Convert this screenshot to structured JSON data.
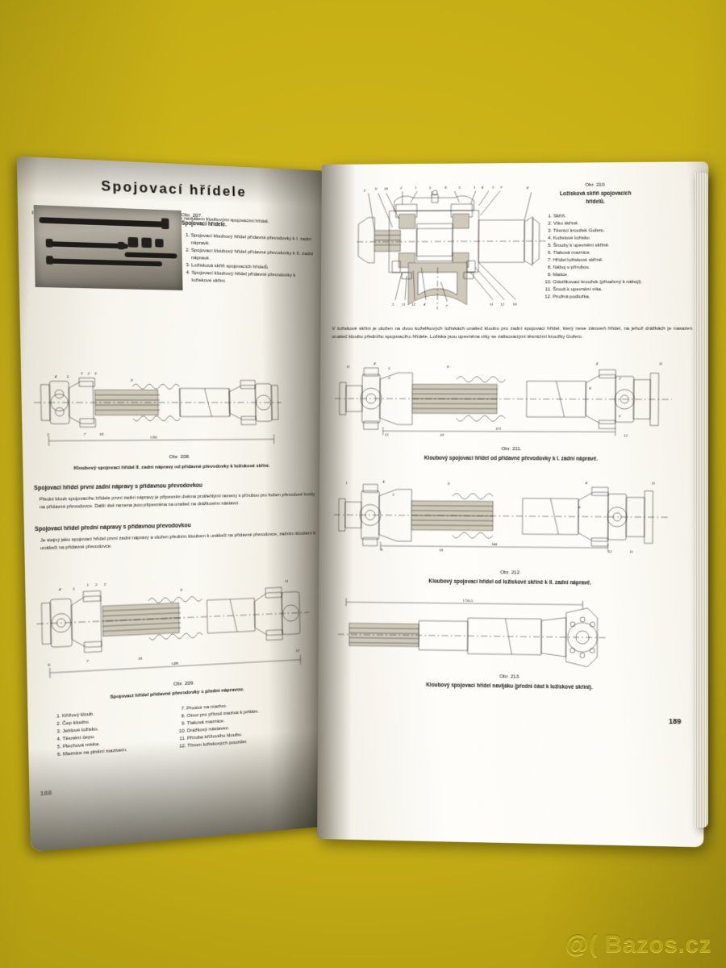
{
  "photo_alt": "black-and-white photograph of four propeller shafts",
  "watermark": "@( Bazos.cz",
  "left_page": {
    "title": "Spojovací hřídele",
    "intro": "Přídavná převodovka je spojena se všemi třemi hnacími nápravami a s navijákem kloubovými spojovacími hřídeli.",
    "photo_caption_num": "Obr. 207.",
    "photo_caption_text": "Spojovací hřídele.",
    "photo_legend": [
      "Spojovací kloubový hřídel přídavné převodovky k I. zadní nápravě.",
      "Spojovací kloubový hřídel přídavné převodovky k II. zadní nápravě.",
      "Ložisková skříň spojovacích hřídelů.",
      "Spojovací kloubový hřídel přídavné převodovky k ložiskové skříni."
    ],
    "fig208_num": "Obr. 208.",
    "fig208_caption": "Kloubový spojovací hřídel II. zadní nápravy od přídavné převodovky k ložiskové skříni.",
    "section1_heading": "Spojovací hřídel první zadní nápravy s přídavnou převodovkou",
    "section1_text": "Přední kloub spojovacího hřídele první zadní nápravy je připevněn dvěma protilehlými rameny s přírubou pro buben převodové brzdy na přídavné převodovce. Další dvě ramena jsou připevněna na unašeč na drážkovém nástavci.",
    "section2_heading": "Spojovací hřídel přední nápravy s přídavnou převodovkou",
    "section2_text": "Je stejný jako spojovací hřídel první zadní nápravy a uložen předním kloubem k unášeči na přídavné převodovce, zadním kloubem k unášeči na přídavné převodovce.",
    "fig209_num": "Obr. 209.",
    "fig209_caption": "Spojovací hřídel přídavné převodovky s přední nápravou.",
    "fig209_legend_left": [
      "Křížový kloub.",
      "Čep kloubu.",
      "Jehlové ložisko.",
      "Těsnění čepu.",
      "Plechová miska.",
      "Maznice na plnění mazivem."
    ],
    "fig209_legend_right": [
      "Prostor na mazivo.",
      "Otvor pro přívod maziva k jehlám.",
      "Tlaková maznice.",
      "Drážkový nástavec.",
      "Příruba křížového kloubu.",
      "Třmen ložiskových pouzder."
    ],
    "dim_208": "1283",
    "dim_209": "1498",
    "page_number": "188"
  },
  "right_page": {
    "fig210_num": "Obr. 210.",
    "fig210_caption_l1": "Ložisková skříň spojovacích",
    "fig210_caption_l2": "hřídelů.",
    "fig210_legend": [
      "Skříň.",
      "Víko skříně.",
      "Těsnicí kroužek Gufero.",
      "Kuželové ložisko.",
      "Šrouby k upevnění skříně.",
      "Tlaková maznice.",
      "Hřídel ložiskové skříně.",
      "Náboj s přírubou.",
      "Matice.",
      "Odstřikovací kroužek (přivařený k náboji).",
      "Šroub k upevnění víka.",
      "Pružná podložka."
    ],
    "body_text": "V ložiskové skříni je uložen na dvou kuželíkových ložiskách unašeč kloubu pro zadní spojovací hřídel, který nese zároveň hřídel, na jehož drážkách je nasazen unašeč kloubu předního spojovacího hřídele. Ložiska jsou upevněna víky se zalisovanými těsnicími kroužky Gufero.",
    "fig211_num": "Obr. 211.",
    "fig211_caption": "Kloubový spojovací hřídel od přídavné převodovky k I. zadní nápravě.",
    "fig212_num": "Obr. 212.",
    "fig212_caption": "Kloubový spojovací hřídel od ložiskové skříně k II. zadní nápravě.",
    "fig213_num": "Obr. 213.",
    "fig213_caption": "Kloubový spojovací hřídel navijáku (přední část k ložiskové skříni).",
    "dim_211": "672",
    "dim_212": "644",
    "dim_213": "1730±5",
    "callouts_210": [
      "3",
      "9",
      "10",
      "2",
      "1",
      "5",
      "6",
      "5",
      "1",
      "4",
      "2",
      "3",
      "8",
      "3",
      "11",
      "12",
      "4",
      "7",
      "11",
      "12",
      "10"
    ],
    "page_number": "189"
  }
}
